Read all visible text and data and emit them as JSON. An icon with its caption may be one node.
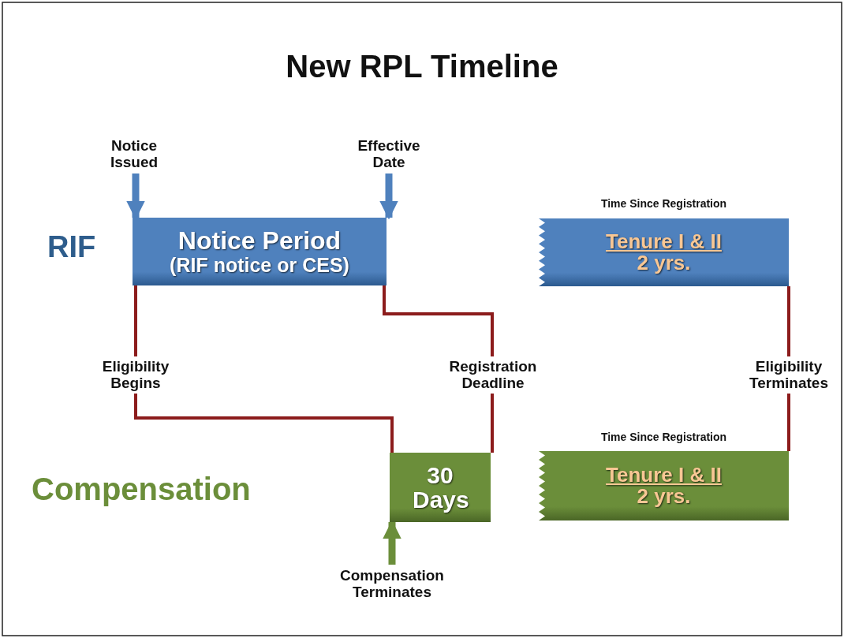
{
  "diagram": {
    "title": "New RPL Timeline",
    "nodes": [
      {
        "text": [
          "Notice Period",
          "(RIF notice or CES)"
        ]
      },
      {
        "text": [
          "Tenure I & II",
          "2 yrs."
        ],
        "beside": [
          "Time Since Registration"
        ]
      },
      {
        "text": [
          "30 Days"
        ]
      },
      {
        "text": [
          "Tenure I & II",
          "2 yrs."
        ],
        "beside": [
          "Time Since Registration"
        ]
      },
      {
        "text": [
          "Notice Issued"
        ]
      },
      {
        "text": [
          "Effective Date"
        ]
      },
      {
        "text": [
          "Compensation Terminates"
        ]
      }
    ],
    "edges": [
      {
        "from": 0,
        "to": 2,
        "arrow": "none",
        "label": "Eligibility Begins"
      },
      {
        "from": 0,
        "to": 2,
        "arrow": "none",
        "label": "Registration Deadline"
      },
      {
        "from": 1,
        "to": 3,
        "arrow": "none",
        "label": "Eligibility Terminates"
      },
      {
        "from": 4,
        "to": 0,
        "arrow": "to",
        "style": "thick",
        "color": "#4f81bd"
      },
      {
        "from": 5,
        "to": 0,
        "arrow": "to",
        "style": "thick",
        "color": "#4f81bd"
      },
      {
        "from": 6,
        "to": 2,
        "arrow": "to",
        "style": "thick",
        "color": "#6b8e3a"
      }
    ],
    "labels": [
      "RIF",
      "Compensation"
    ]
  }
}
